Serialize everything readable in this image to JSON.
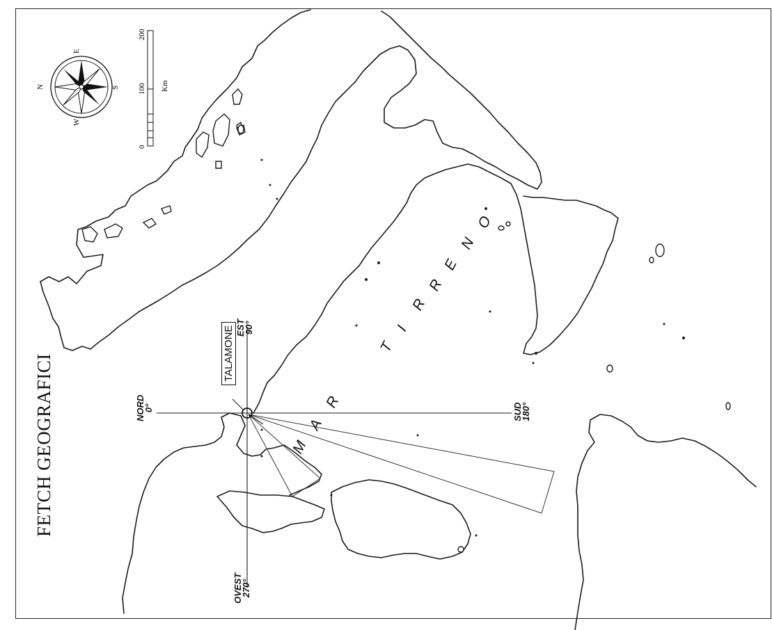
{
  "title": "FETCH GEOGRAFICI",
  "location_label": "TALAMONE",
  "directions": {
    "north": {
      "name": "NORD",
      "deg": "0°"
    },
    "east": {
      "name": "EST",
      "deg": "90°"
    },
    "south": {
      "name": "SUD",
      "deg": "180°"
    },
    "west": {
      "name": "OVEST",
      "deg": "270°"
    }
  },
  "sea_label_words": [
    "MAR",
    "TIRRENO"
  ],
  "sea_letters": [
    "M",
    "A",
    "R",
    "T",
    "I",
    "R",
    "R",
    "E",
    "N",
    "O"
  ],
  "scale": {
    "ticks": [
      "0",
      "100",
      "200"
    ],
    "unit": "Km"
  },
  "compass": {
    "letters": [
      "N",
      "E",
      "S",
      "W"
    ]
  },
  "colors": {
    "ink": "#1a1a1a",
    "paper": "#ffffff"
  }
}
